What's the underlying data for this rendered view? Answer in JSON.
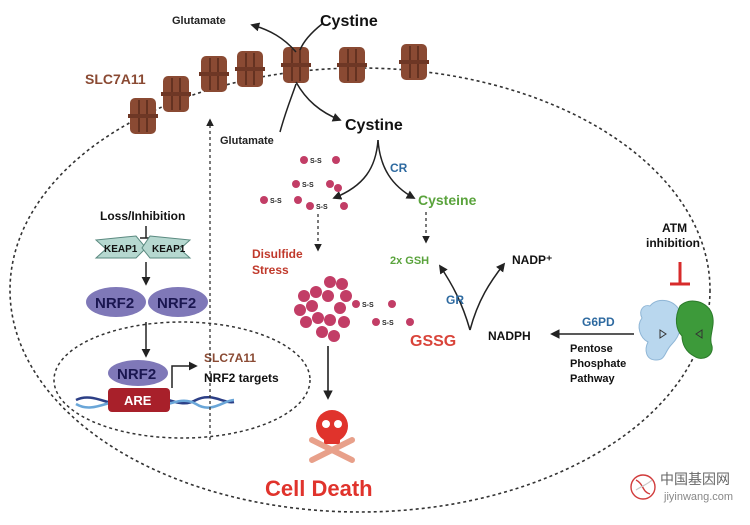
{
  "labels": {
    "glutamate_out": "Glutamate",
    "cystine_out": "Cystine",
    "slc7a11_membrane": "SLC7A11",
    "glutamate_in": "Glutamate",
    "cystine_in": "Cystine",
    "cr": "CR",
    "cysteine": "Cysteine",
    "loss_inhibition": "Loss/Inhibition",
    "keap1_left": "KEAP1",
    "keap1_right": "KEAP1",
    "nrf2_left": "NRF2",
    "nrf2_right": "NRF2",
    "disulfide_line1": "Disulfide",
    "disulfide_line2": "Stress",
    "gsh": "2x GSH",
    "nadp_plus": "NADP⁺",
    "gr": "GR",
    "gssg": "GSSG",
    "nadph": "NADPH",
    "atm_line1": "ATM",
    "atm_line2": "inhibition",
    "g6pd": "G6PD",
    "ppp_line1": "Pentose",
    "ppp_line2": "Phosphate",
    "ppp_line3": "Pathway",
    "nrf2_nucleus": "NRF2",
    "are": "ARE",
    "slc7a11_target": "SLC7A11",
    "nrf2_targets": "NRF2 targets",
    "cell_death": "Cell Death",
    "ss_label": "S-S",
    "watermark_cn": "中国基因网",
    "watermark_url": "jiyinwang.com"
  },
  "colors": {
    "transporter": "#8a4a33",
    "keap1": "#b6d8d0",
    "nrf2": "#7f78b8",
    "are": "#a8202a",
    "dna_blue": "#2c3f86",
    "disulfide_bead": "#c23d66",
    "cell_death": "#e0332c",
    "cysteine_green": "#5aa33c",
    "enzyme_blue": "#2e6aa0",
    "g6pd_light": "#b9d7ee",
    "g6pd_green": "#3d9a3a"
  }
}
